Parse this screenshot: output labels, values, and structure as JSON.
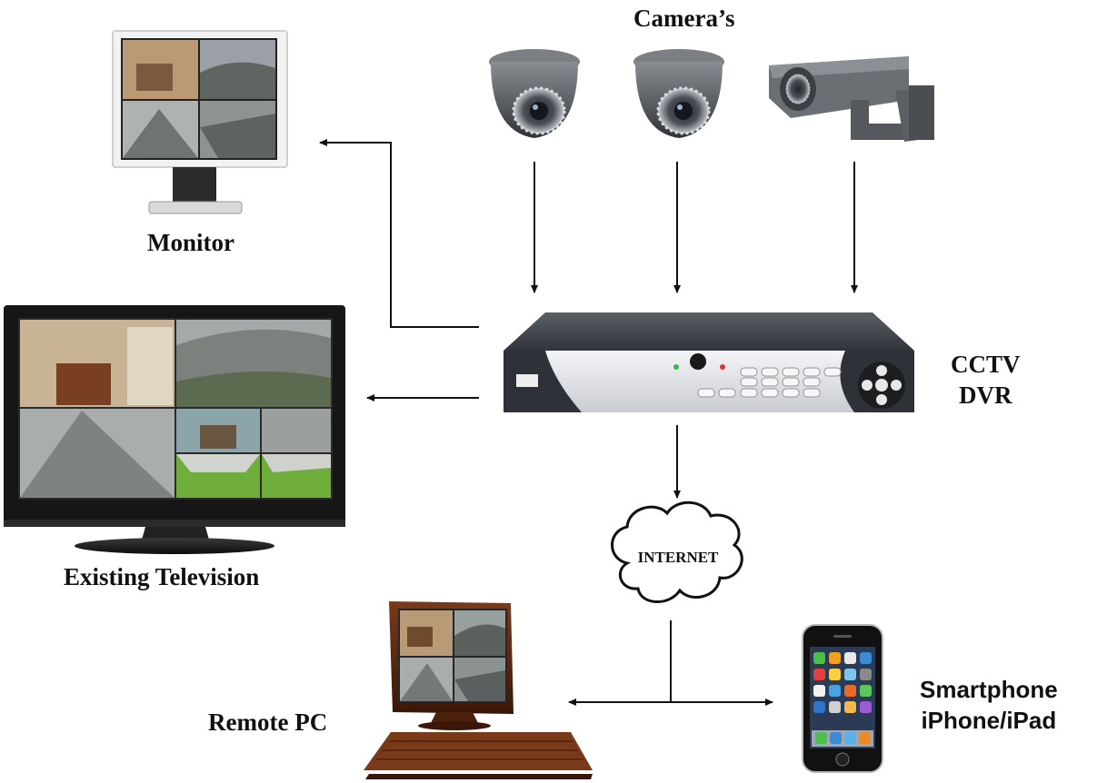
{
  "labels": {
    "cameras": "Camera’s",
    "monitor": "Monitor",
    "dvr_line1": "CCTV",
    "dvr_line2": "DVR",
    "television": "Existing Television",
    "internet": "INTERNET",
    "remote_pc": "Remote PC",
    "smartphone_line1": "Smartphone",
    "smartphone_line2": "iPhone/iPad"
  },
  "colors": {
    "line": "#111111",
    "camera_body": "#6b6e72",
    "dvr_body": "#3a3d44",
    "dvr_face": "#e6e8ec",
    "screen_frame": "#1a1a1a",
    "grass": "#6fae3a"
  },
  "icons": {
    "dome_camera": "dome-camera-icon",
    "bullet_camera": "bullet-camera-icon",
    "monitor": "monitor-icon",
    "television": "television-icon",
    "dvr": "dvr-icon",
    "cloud": "cloud-icon",
    "pc": "pc-icon",
    "phone": "smartphone-icon"
  }
}
